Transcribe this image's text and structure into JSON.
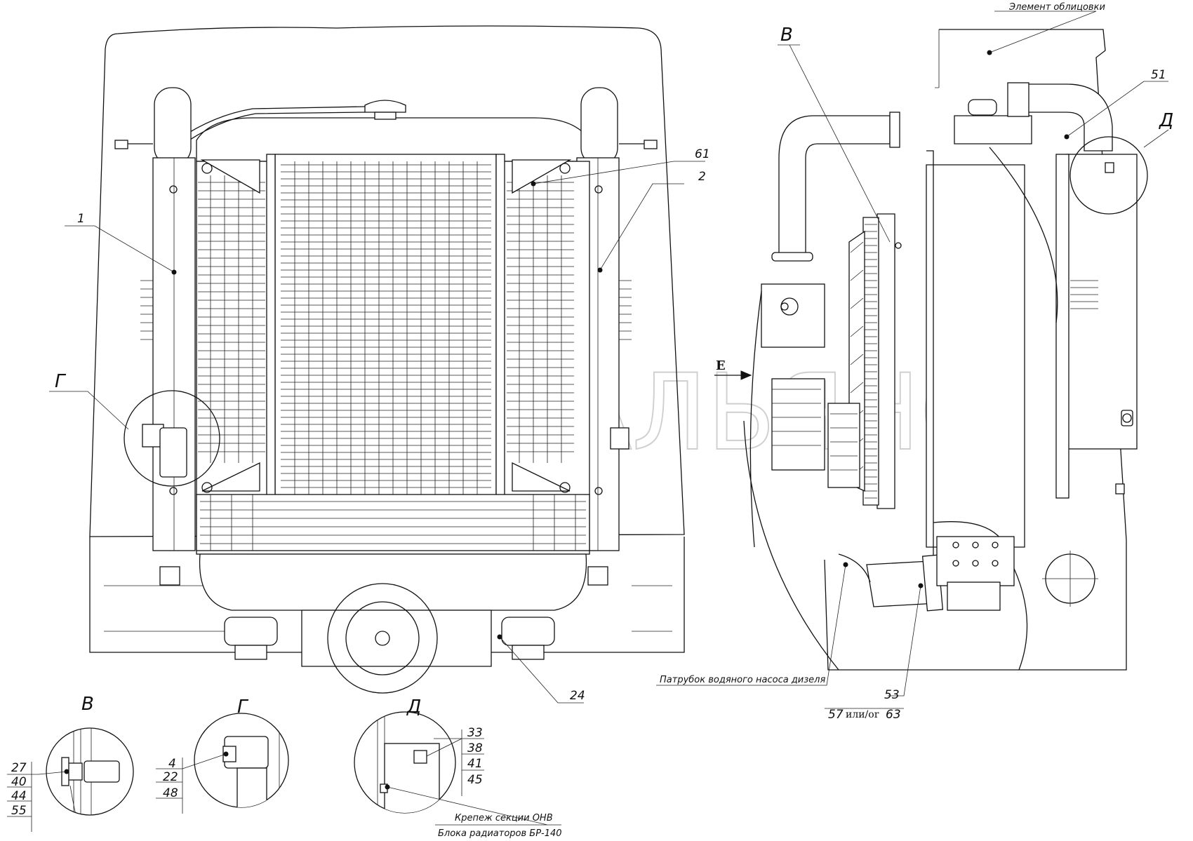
{
  "main_view": {
    "callouts": {
      "c1": "1",
      "c2": "2",
      "c61": "61",
      "c24": "24",
      "cG": "Г"
    }
  },
  "side_view": {
    "cladding_label": "Элемент облицовки",
    "pump_pipe_label": "Патрубок водяного насоса дизеля",
    "callouts": {
      "c51": "51",
      "cB": "В",
      "cD": "Д",
      "cE": "Е",
      "c53": "53",
      "c57": "57",
      "c63": "63"
    },
    "or_text": "или/or"
  },
  "details": {
    "B": {
      "title": "В",
      "items": [
        "27",
        "40",
        "44",
        "55"
      ]
    },
    "G": {
      "title": "Г",
      "items": [
        "4",
        "22",
        "48"
      ]
    },
    "D": {
      "title": "Д",
      "items": [
        "33",
        "38",
        "41",
        "45"
      ],
      "note_line1": "Крепеж секции ОНВ",
      "note_line2": "Блока радиаторов БР-140"
    }
  },
  "watermark": "АВТОАЛЬЯНС"
}
